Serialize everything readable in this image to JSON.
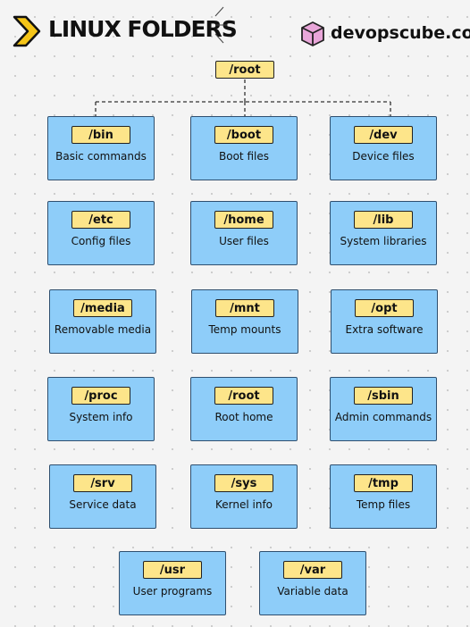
{
  "header": {
    "title": "LINUX FOLDERS",
    "brand": "devopscube.com",
    "logo_icon": "chevron-right-icon",
    "brand_icon": "cube-icon"
  },
  "root": {
    "label": "/root"
  },
  "folders": [
    {
      "name": "/bin",
      "desc": "Basic commands"
    },
    {
      "name": "/boot",
      "desc": "Boot files"
    },
    {
      "name": "/dev",
      "desc": "Device files"
    },
    {
      "name": "/etc",
      "desc": "Config files"
    },
    {
      "name": "/home",
      "desc": "User files"
    },
    {
      "name": "/lib",
      "desc": "System libraries"
    },
    {
      "name": "/media",
      "desc": "Removable media"
    },
    {
      "name": "/mnt",
      "desc": "Temp mounts"
    },
    {
      "name": "/opt",
      "desc": "Extra software"
    },
    {
      "name": "/proc",
      "desc": "System info"
    },
    {
      "name": "/root",
      "desc": "Root home"
    },
    {
      "name": "/sbin",
      "desc": "Admin commands"
    },
    {
      "name": "/srv",
      "desc": "Service data"
    },
    {
      "name": "/sys",
      "desc": "Kernel info"
    },
    {
      "name": "/tmp",
      "desc": "Temp files"
    },
    {
      "name": "/usr",
      "desc": "User programs"
    },
    {
      "name": "/var",
      "desc": "Variable data"
    }
  ],
  "colors": {
    "box_fill": "#8ecdf9",
    "tag_fill": "#fde58a",
    "logo_yellow": "#f5c518",
    "cube_pink": "#e9a6d9"
  }
}
